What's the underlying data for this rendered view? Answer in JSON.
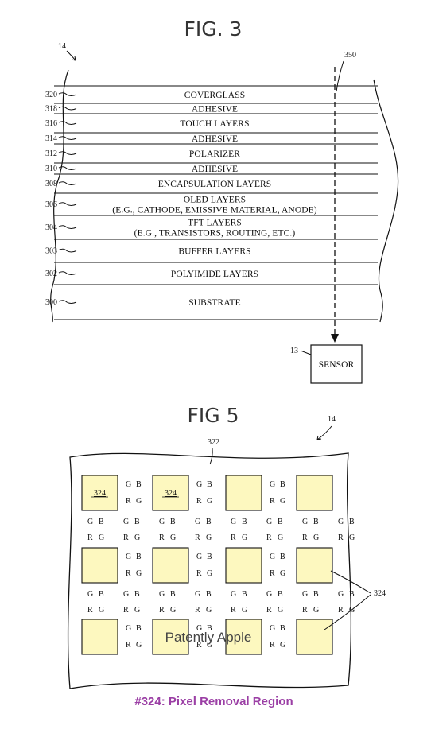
{
  "fig3": {
    "title": "FIG. 3",
    "ref_device": "14",
    "ref_path": "350",
    "ref_sensor": "13",
    "sensor_label": "SENSOR",
    "layers": [
      {
        "ref": "320",
        "lines": [
          "COVERGLASS"
        ]
      },
      {
        "ref": "318",
        "lines": [
          "ADHESIVE"
        ]
      },
      {
        "ref": "316",
        "lines": [
          "TOUCH LAYERS"
        ]
      },
      {
        "ref": "314",
        "lines": [
          "ADHESIVE"
        ]
      },
      {
        "ref": "312",
        "lines": [
          "POLARIZER"
        ]
      },
      {
        "ref": "310",
        "lines": [
          "ADHESIVE"
        ]
      },
      {
        "ref": "308",
        "lines": [
          "ENCAPSULATION LAYERS"
        ]
      },
      {
        "ref": "306",
        "lines": [
          "OLED LAYERS",
          "(E.G., CATHODE, EMISSIVE MATERIAL, ANODE)"
        ]
      },
      {
        "ref": "304",
        "lines": [
          "TFT LAYERS",
          "(E.G., TRANSISTORS, ROUTING, ETC.)"
        ]
      },
      {
        "ref": "303",
        "lines": [
          "BUFFER LAYERS"
        ]
      },
      {
        "ref": "302",
        "lines": [
          "POLYIMIDE LAYERS"
        ]
      },
      {
        "ref": "300",
        "lines": [
          "SUBSTRATE"
        ]
      }
    ]
  },
  "fig5": {
    "title": "FIG 5",
    "ref_device": "14",
    "ref_region": "322",
    "ref_removal": "324",
    "box_label": "324",
    "subpixel_top": [
      "G",
      "B"
    ],
    "subpixel_bottom": [
      "R",
      "G"
    ]
  },
  "caption": "#324: Pixel Removal Region",
  "watermark": "Patently Apple",
  "colors": {
    "box_fill": "#fdf8bf",
    "caption": "#9b3fa5",
    "line": "#111111"
  }
}
